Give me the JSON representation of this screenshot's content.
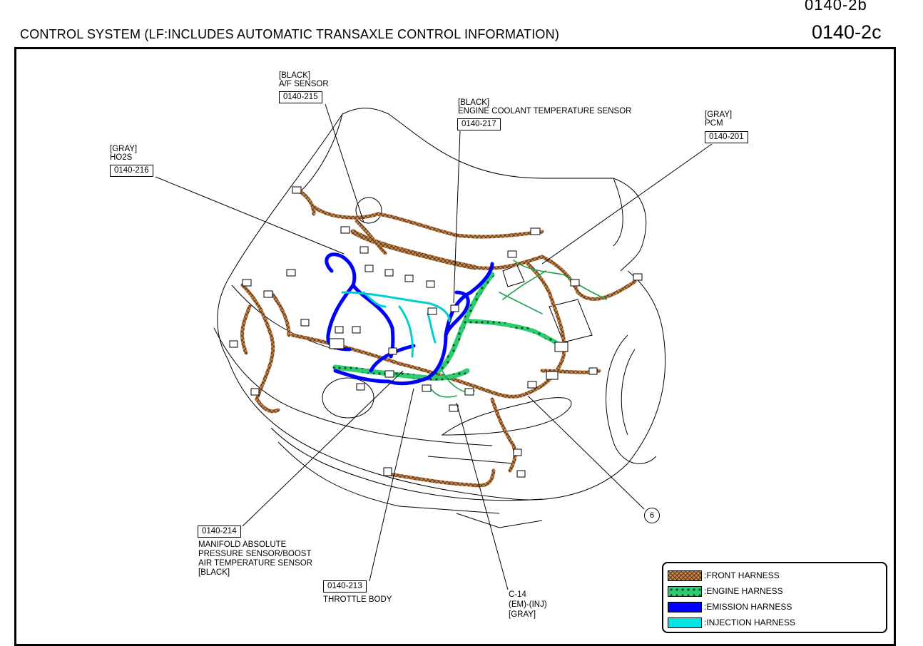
{
  "header": {
    "title": "CONTROL SYSTEM (LF:INCLUDES AUTOMATIC TRANSAXLE CONTROL INFORMATION)",
    "page_number": "0140-2c",
    "cropped_top": "0140-2b"
  },
  "components": {
    "af_sensor": {
      "color": "[BLACK]",
      "name": "A/F SENSOR",
      "ref": "0140-215"
    },
    "ect_sensor": {
      "color": "[BLACK]",
      "name": "ENGINE COOLANT TEMPERATURE SENSOR",
      "ref": "0140-217"
    },
    "pcm": {
      "color": "[GRAY]",
      "name": "PCM",
      "ref": "0140-201"
    },
    "ho2s": {
      "color": "[GRAY]",
      "name": "HO2S",
      "ref": "0140-216"
    },
    "map_sensor": {
      "ref": "0140-214",
      "line1": "MANIFOLD ABSOLUTE",
      "line2": "PRESSURE SENSOR/BOOST",
      "line3": "AIR TEMPERATURE SENSOR",
      "color": "[BLACK]"
    },
    "throttle_body": {
      "ref": "0140-213",
      "name": "THROTTLE BODY"
    },
    "connector_c14": {
      "name": "C-14",
      "harness": "(EM)-(INJ)",
      "color": "[GRAY]"
    },
    "callout_6": "6"
  },
  "legend": {
    "front": {
      "label": ":FRONT HARNESS",
      "color": "#c8864a"
    },
    "engine": {
      "label": ":ENGINE HARNESS",
      "color": "#2ecc71"
    },
    "emission": {
      "label": ":EMISSION HARNESS",
      "color": "#0000ff"
    },
    "injection": {
      "label": ":INJECTION HARNESS",
      "color": "#00e5e5"
    }
  },
  "icons": [
    "car-front-outline",
    "wiring-harness",
    "connector-block"
  ]
}
